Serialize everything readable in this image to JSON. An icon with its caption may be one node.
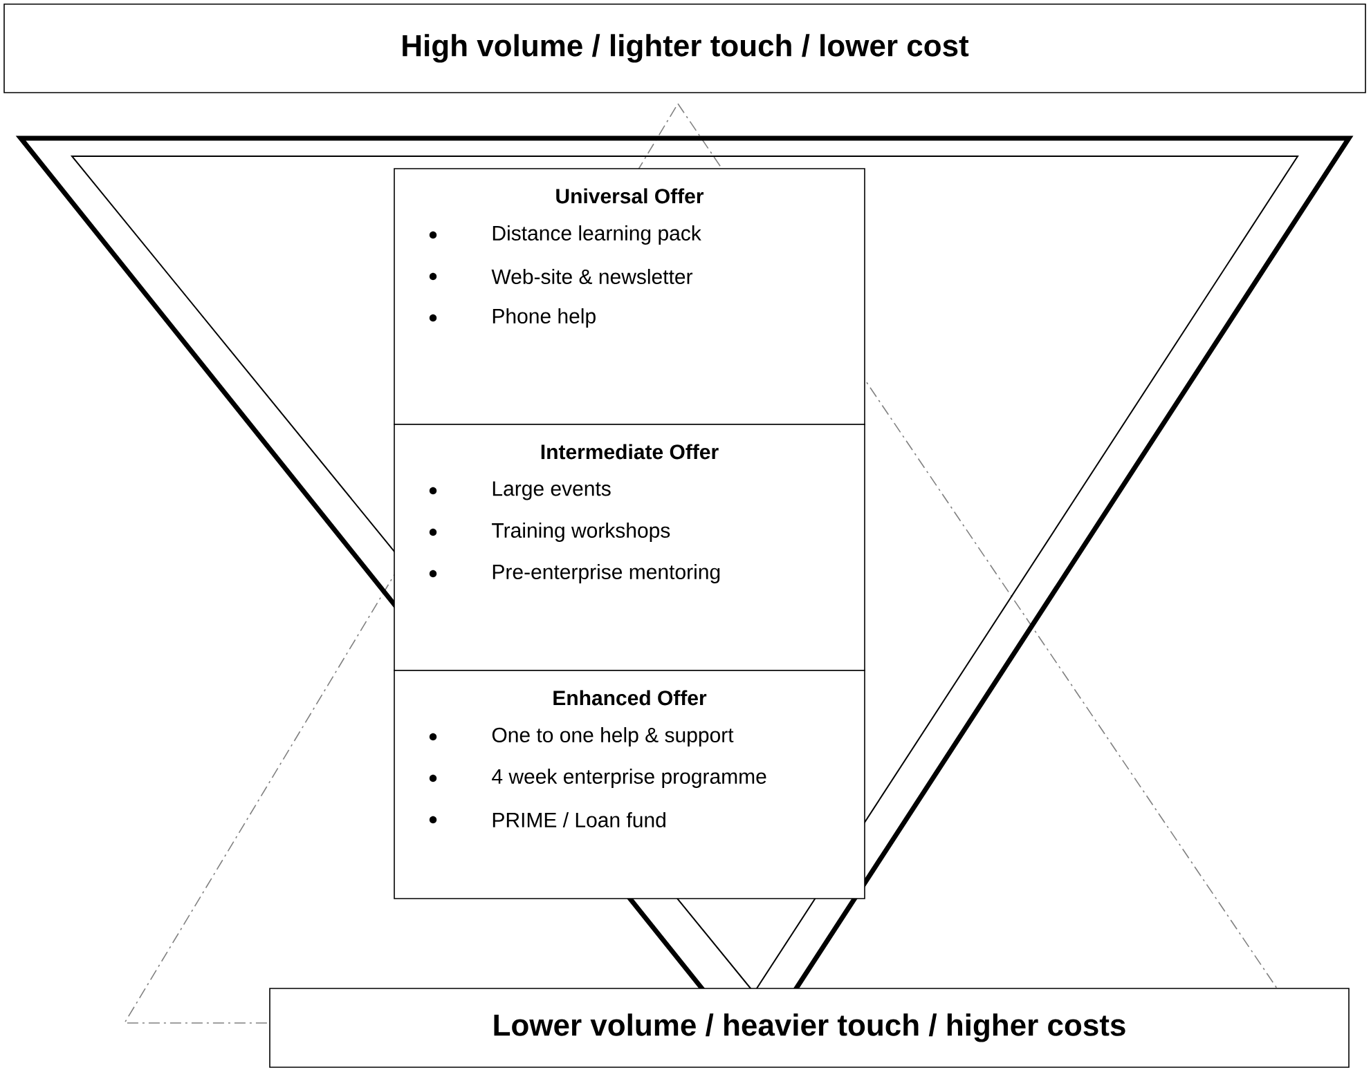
{
  "diagram": {
    "nodes": [
      {
        "text": [
          "High volume / lighter touch / lower cost"
        ]
      },
      {
        "text": [
          "Universal Offer",
          "Distance learning pack",
          "Web-site & newsletter",
          "Phone help"
        ]
      },
      {
        "text": [
          "Intermediate Offer",
          "Large events",
          "Training workshops",
          "Pre-enterprise mentoring"
        ]
      },
      {
        "text": [
          "Enhanced Offer",
          "One to one help &  support",
          "4 week enterprise programme",
          "PRIME / Loan fund"
        ]
      },
      {
        "text": [
          "Lower volume / heavier touch / higher costs"
        ]
      }
    ]
  }
}
